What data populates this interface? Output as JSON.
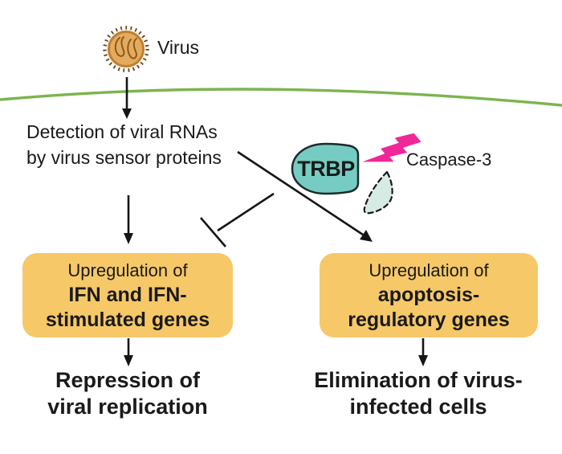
{
  "labels": {
    "virus": "Virus",
    "detection_line1": "Detection of viral RNAs",
    "detection_line2": "by virus sensor proteins",
    "trbp": "TRBP",
    "caspase": "Caspase-3"
  },
  "boxes": {
    "left": {
      "line1": "Upregulation of",
      "line2": "IFN and IFN-",
      "line3": "stimulated genes"
    },
    "right": {
      "line1": "Upregulation of",
      "line2": "apoptosis-",
      "line3": "regulatory genes"
    }
  },
  "outcomes": {
    "left_line1": "Repression of",
    "left_line2": "viral replication",
    "right_line1": "Elimination of virus-",
    "right_line2": "infected cells"
  },
  "icons": {
    "virus_icon": "virus-particle",
    "lightning_bolt": "cleavage-bolt",
    "crescent": "cleaved-trbp-fragment",
    "tbar": "inhibition-tbar"
  },
  "colors": {
    "background": "#ffffff",
    "membrane_green": "#7cb44e",
    "box_fill": "#f6c868",
    "trbp_teal": "#76ccc2",
    "crescent_fill": "#d6ebe4",
    "bolt_pink": "#f02798",
    "arrow_black": "#151515",
    "virus_body": "#e4ab5e",
    "virus_ring": "#bf7f2f",
    "virus_spikes": "#6f4514",
    "text": "#1a1a1a"
  }
}
